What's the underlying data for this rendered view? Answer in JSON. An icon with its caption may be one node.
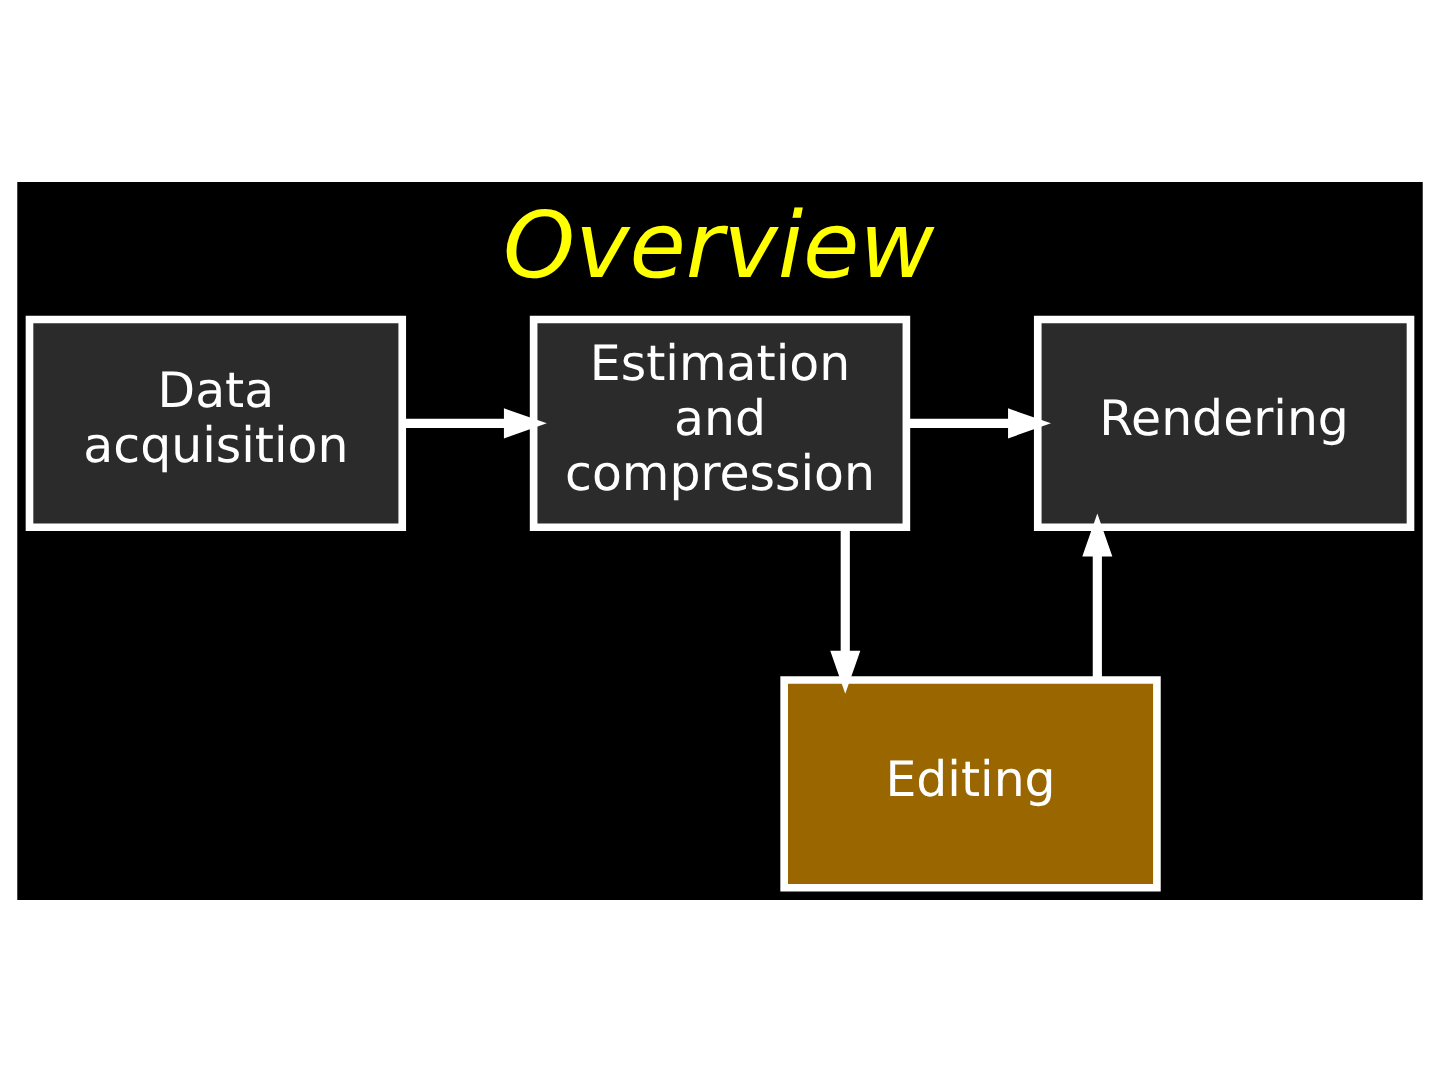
{
  "diagram": {
    "title": "Overview",
    "nodes": [
      {
        "text": [
          "Data acquisition"
        ]
      },
      {
        "text": [
          "Estimation and compression"
        ]
      },
      {
        "text": [
          "Rendering"
        ]
      },
      {
        "text": [
          "Editing"
        ]
      }
    ],
    "edges": [
      {
        "from": 0,
        "to": 1,
        "arrow": "to"
      },
      {
        "from": 1,
        "to": 2,
        "arrow": "to"
      },
      {
        "from": 1,
        "to": 3,
        "arrow": "to"
      },
      {
        "from": 3,
        "to": 2,
        "arrow": "to"
      }
    ]
  }
}
